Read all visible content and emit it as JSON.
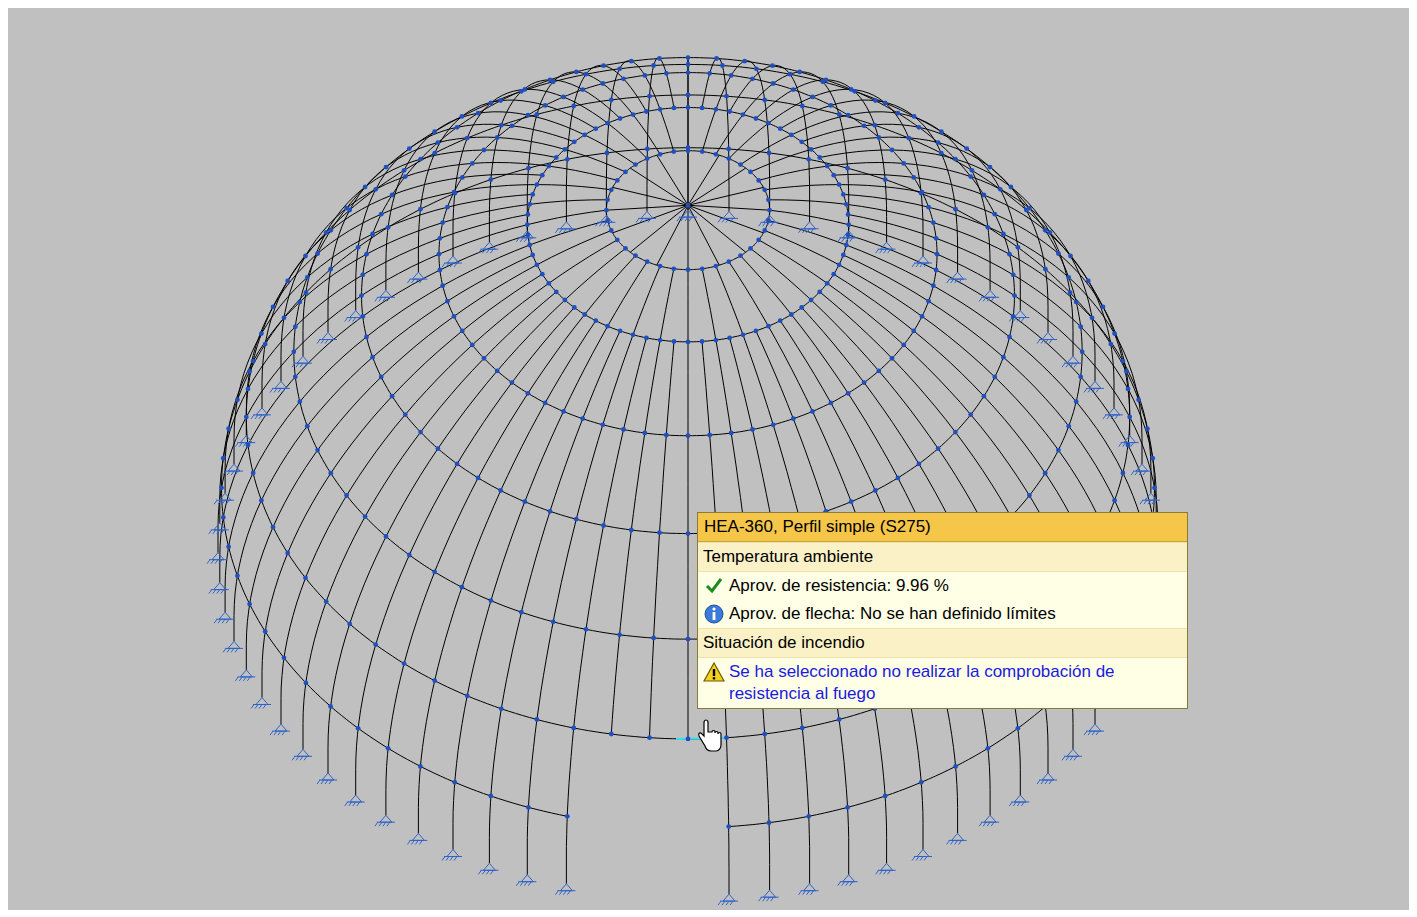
{
  "diagram": {
    "nodes": [
      {
        "text": [
          "HEA-360, Perfil simple (S275)",
          "Temperatura ambiente",
          "Aprov. de resistencia: 9.96 %",
          "Aprov. de flecha: No se han definido límites",
          "Situación de incendio",
          "Se ha seleccionado no realizar la comprobación de resistencia al fuego"
        ]
      }
    ]
  }
}
